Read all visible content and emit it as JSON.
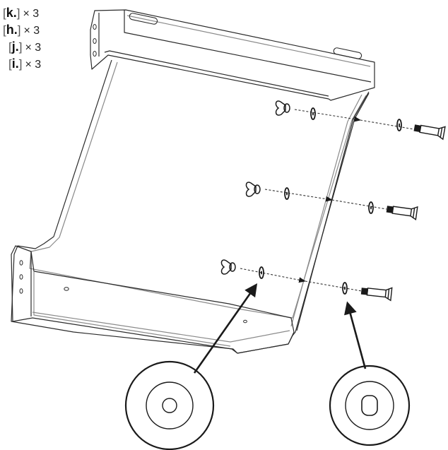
{
  "parts": [
    {
      "code": "k.",
      "qty": "× 3"
    },
    {
      "code": "h.",
      "qty": "× 3"
    },
    {
      "code": "j.",
      "qty": "× 3"
    },
    {
      "code": "i.",
      "qty": "× 3"
    }
  ],
  "colors": {
    "line": "#2b2b2b",
    "light_line": "#8a8a8a",
    "dash": "#333333",
    "background": "#ffffff"
  },
  "icons": {
    "wing_nut": "wing-nut-icon",
    "washer": "washer-icon",
    "bolt": "bolt-icon",
    "lock_washer": "lock-washer-icon",
    "flat_washer": "flat-washer-icon"
  }
}
